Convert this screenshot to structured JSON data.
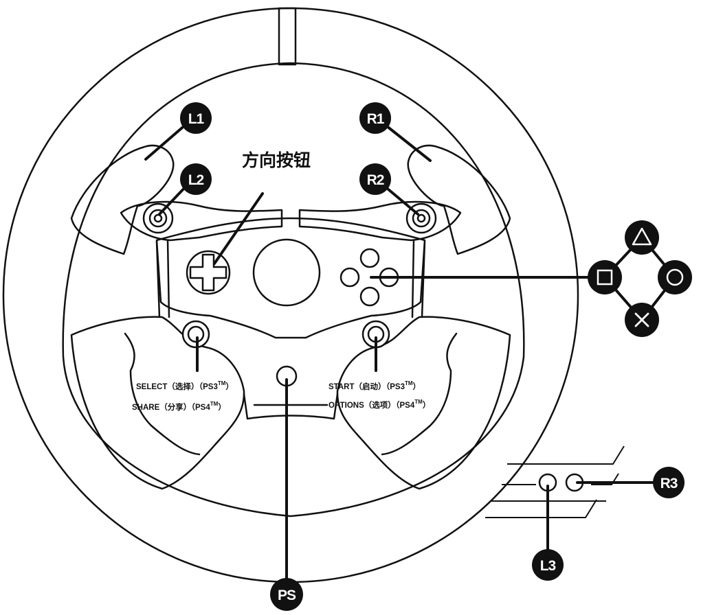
{
  "diagram": {
    "dpad_title": "方向按钮",
    "badges": {
      "l1": "L1",
      "l2": "L2",
      "r1": "R1",
      "r2": "R2",
      "r3": "R3",
      "l3": "L3",
      "ps": "PS"
    },
    "left_note": {
      "line1": "SELECT（选择）（PS3",
      "line1_tm": "TM",
      "line1_end": "）",
      "line2": "SHARE（分享）（PS4",
      "line2_tm": "TM",
      "line2_end": "）"
    },
    "right_note": {
      "line1": "START（启动）（PS3",
      "line1_tm": "TM",
      "line1_end": "）",
      "line2": "OPTIONS（选项）（PS4",
      "line2_tm": "TM",
      "line2_end": "）"
    },
    "face_buttons": [
      "triangle-icon",
      "square-icon",
      "circle-icon",
      "cross-icon"
    ]
  }
}
